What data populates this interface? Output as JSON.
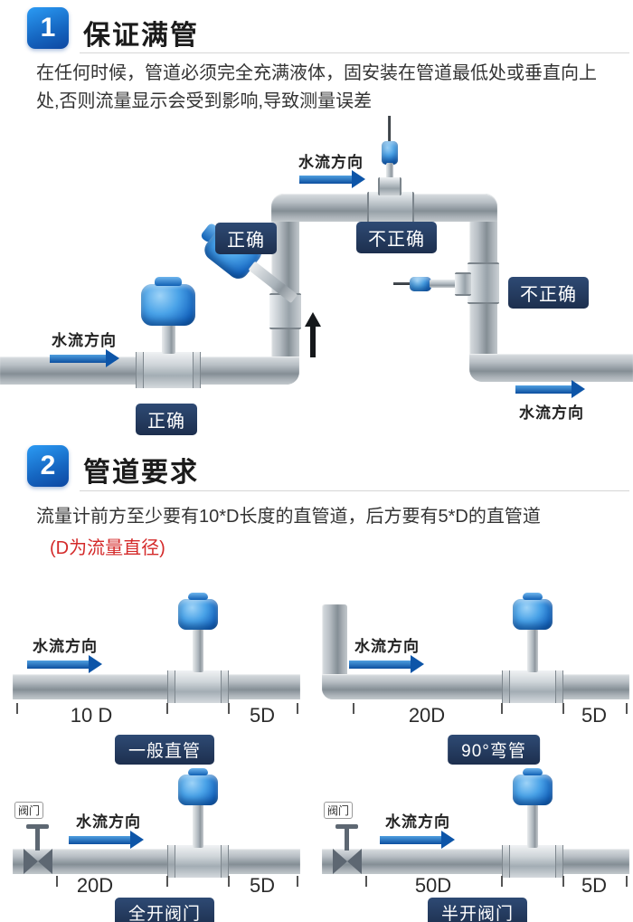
{
  "colors": {
    "accent_blue": "#1565c0",
    "badge_navy": "#24395c",
    "note_red": "#d42a2a",
    "arrow_blue": "#0d55a8",
    "pipe_gray": "#8a949b"
  },
  "section1": {
    "number": "1",
    "title": "保证满管",
    "description": "在任何时候，管道必须完全充满液体，固安装在管道最低处或垂直向上处,否则流量显示会受到影响,导致测量误差",
    "flow_top": "水流方向",
    "flow_left": "水流方向",
    "flow_bottom_right": "水流方向",
    "badge_slanted": "正确",
    "badge_top": "不正确",
    "badge_right": "不正确",
    "badge_bottom": "正确"
  },
  "section2": {
    "number": "2",
    "title": "管道要求",
    "description": "流量计前方至少要有10*D长度的直管道，后方要有5*D的直管道",
    "note": "(D为流量直径)",
    "diagrams": [
      {
        "flow": "水流方向",
        "dim_front": "10 D",
        "dim_back": "5D",
        "badge": "一般直管"
      },
      {
        "flow": "水流方向",
        "dim_front": "20D",
        "dim_back": "5D",
        "badge": "90°弯管"
      },
      {
        "flow": "水流方向",
        "dim_front": "20D",
        "dim_back": "5D",
        "badge": "全开阀门",
        "valve_label": "阀门"
      },
      {
        "flow": "水流方向",
        "dim_front": "50D",
        "dim_back": "5D",
        "badge": "半开阀门",
        "valve_label": "阀门"
      }
    ]
  }
}
